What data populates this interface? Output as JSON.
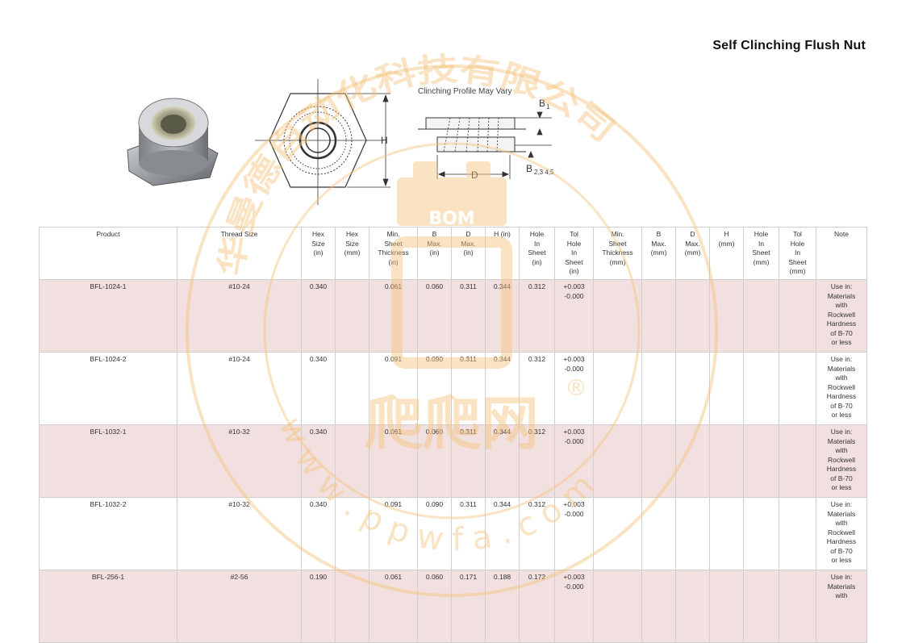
{
  "page": {
    "title": "Self Clinching Flush Nut"
  },
  "drawing": {
    "profile_note": "Clinching Profile May Vary",
    "label_b1": "B",
    "label_b1_sub": "1",
    "label_h": "H",
    "label_d": "D",
    "label_b2": "B",
    "label_b2_sub": "2,3 4,5"
  },
  "watermark": {
    "company": "华曼德自动化科技有限公司",
    "logo_text": "BOM",
    "brand": "爬爬网",
    "registered": "®",
    "url": "w w w . p p w f a . c o m"
  },
  "table": {
    "headers": [
      "Product",
      "Thread Size",
      "Hex\nSize\n(in)",
      "Hex\nSize\n(mm)",
      "Min.\nSheet\nThickness\n(in)",
      "B\nMax.\n(in)",
      "D\nMax.\n(in)",
      "H (in)",
      "Hole\nIn\nSheet\n(in)",
      "Tol\nHole\nIn\nSheet\n(in)",
      "Min.\nSheet\nThickness\n(mm)",
      "B\nMax.\n(mm)",
      "D\nMax.\n(mm)",
      "H\n(mm)",
      "Hole\nIn\nSheet\n(mm)",
      "Tol\nHole\nIn\nSheet\n(mm)",
      "Note"
    ],
    "rows": [
      {
        "product": "BFL-1024-1",
        "thread": "#10-24",
        "hex_in": "0.340",
        "hex_mm": "",
        "min_in": "0.061",
        "b_in": "0.060",
        "d_in": "0.311",
        "h_in": "0.344",
        "hole_in": "0.312",
        "tol_in": "+0.003\n-0.000",
        "min_mm": "",
        "b_mm": "",
        "d_mm": "",
        "h_mm": "",
        "hole_mm": "",
        "tol_mm": "",
        "note": "Use in:\nMaterials\nwith\nRockwell\nHardness\nof B-70\nor less"
      },
      {
        "product": "BFL-1024-2",
        "thread": "#10-24",
        "hex_in": "0.340",
        "hex_mm": "",
        "min_in": "0.091",
        "b_in": "0.090",
        "d_in": "0.311",
        "h_in": "0.344",
        "hole_in": "0.312",
        "tol_in": "+0.003\n-0.000",
        "min_mm": "",
        "b_mm": "",
        "d_mm": "",
        "h_mm": "",
        "hole_mm": "",
        "tol_mm": "",
        "note": "Use in:\nMaterials\nwith\nRockwell\nHardness\nof B-70\nor less"
      },
      {
        "product": "BFL-1032-1",
        "thread": "#10-32",
        "hex_in": "0.340",
        "hex_mm": "",
        "min_in": "0.061",
        "b_in": "0.060",
        "d_in": "0.311",
        "h_in": "0.344",
        "hole_in": "0.312",
        "tol_in": "+0.003\n-0.000",
        "min_mm": "",
        "b_mm": "",
        "d_mm": "",
        "h_mm": "",
        "hole_mm": "",
        "tol_mm": "",
        "note": "Use in:\nMaterials\nwith\nRockwell\nHardness\nof B-70\nor less"
      },
      {
        "product": "BFL-1032-2",
        "thread": "#10-32",
        "hex_in": "0.340",
        "hex_mm": "",
        "min_in": "0.091",
        "b_in": "0.090",
        "d_in": "0.311",
        "h_in": "0.344",
        "hole_in": "0.312",
        "tol_in": "+0.003\n-0.000",
        "min_mm": "",
        "b_mm": "",
        "d_mm": "",
        "h_mm": "",
        "hole_mm": "",
        "tol_mm": "",
        "note": "Use in:\nMaterials\nwith\nRockwell\nHardness\nof B-70\nor less"
      },
      {
        "product": "BFL-256-1",
        "thread": "#2-56",
        "hex_in": "0.190",
        "hex_mm": "",
        "min_in": "0.061",
        "b_in": "0.060",
        "d_in": "0.171",
        "h_in": "0.188",
        "hole_in": "0.172",
        "tol_in": "+0.003\n-0.000",
        "min_mm": "",
        "b_mm": "",
        "d_mm": "",
        "h_mm": "",
        "hole_mm": "",
        "tol_mm": "",
        "note": "Use in:\nMaterials\nwith"
      }
    ]
  },
  "colors": {
    "row_highlight": "#f2e0e0",
    "watermark": "#f3c27a",
    "grid": "#cfcfcf"
  }
}
